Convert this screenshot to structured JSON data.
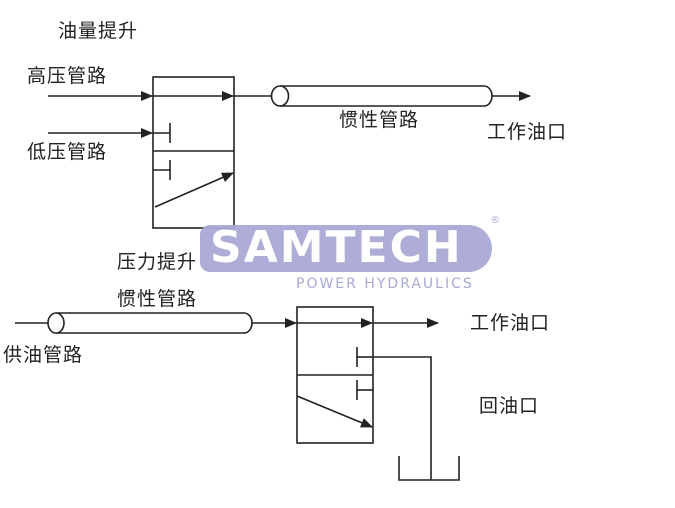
{
  "diagram": {
    "type": "hydraulic-schematic",
    "colors": {
      "line": "#222222",
      "watermark": "#a9a9d6",
      "background": "#ffffff"
    },
    "top_section": {
      "title": "油量提升",
      "high_pressure_label": "高压管路",
      "low_pressure_label": "低压管路",
      "inertia_pipe_label": "惯性管路",
      "outlet_label": "工作油口"
    },
    "bottom_section": {
      "title": "压力提升",
      "inertia_pipe_label": "惯性管路",
      "supply_label": "供油管路",
      "outlet_label": "工作油口",
      "return_label": "回油口"
    },
    "watermark": {
      "brand": "SAMTECH",
      "tagline": "POWER HYDRAULICS",
      "registered": "®"
    }
  }
}
